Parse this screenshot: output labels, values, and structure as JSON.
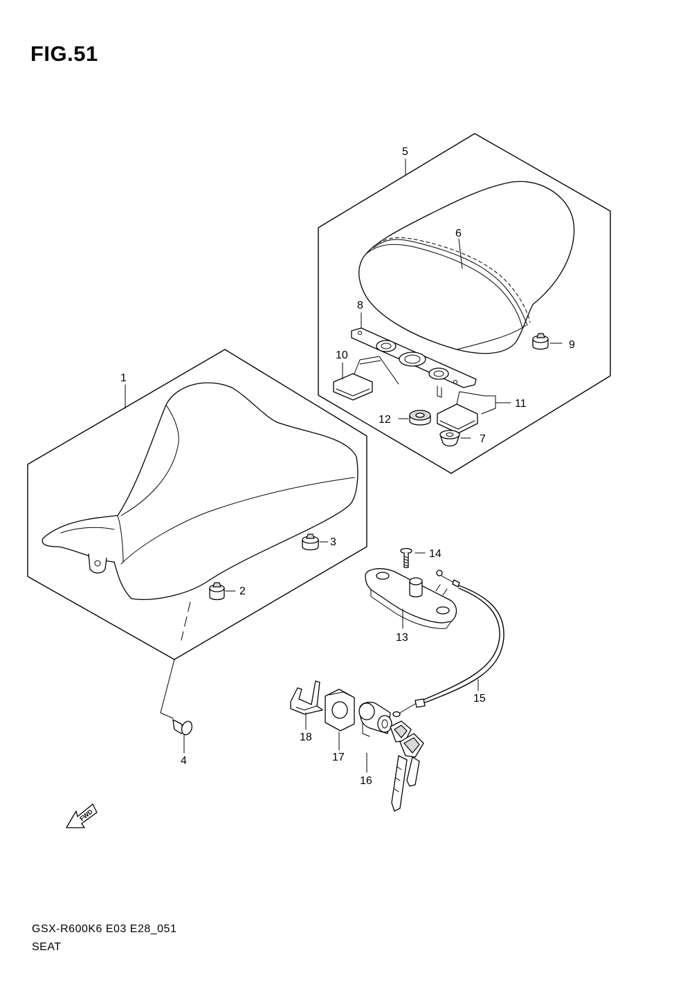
{
  "figure": {
    "title": "FIG.51"
  },
  "callouts": {
    "c1": "1",
    "c2": "2",
    "c3": "3",
    "c4": "4",
    "c5": "5",
    "c6": "6",
    "c7": "7",
    "c8": "8",
    "c9": "9",
    "c10": "10",
    "c11": "11",
    "c12": "12",
    "c13": "13",
    "c14": "14",
    "c15": "15",
    "c16": "16",
    "c17": "17",
    "c18": "18"
  },
  "fwd_label": "FWD",
  "footer": {
    "code": "GSX-R600K6 E03 E28_051",
    "name": "SEAT"
  }
}
